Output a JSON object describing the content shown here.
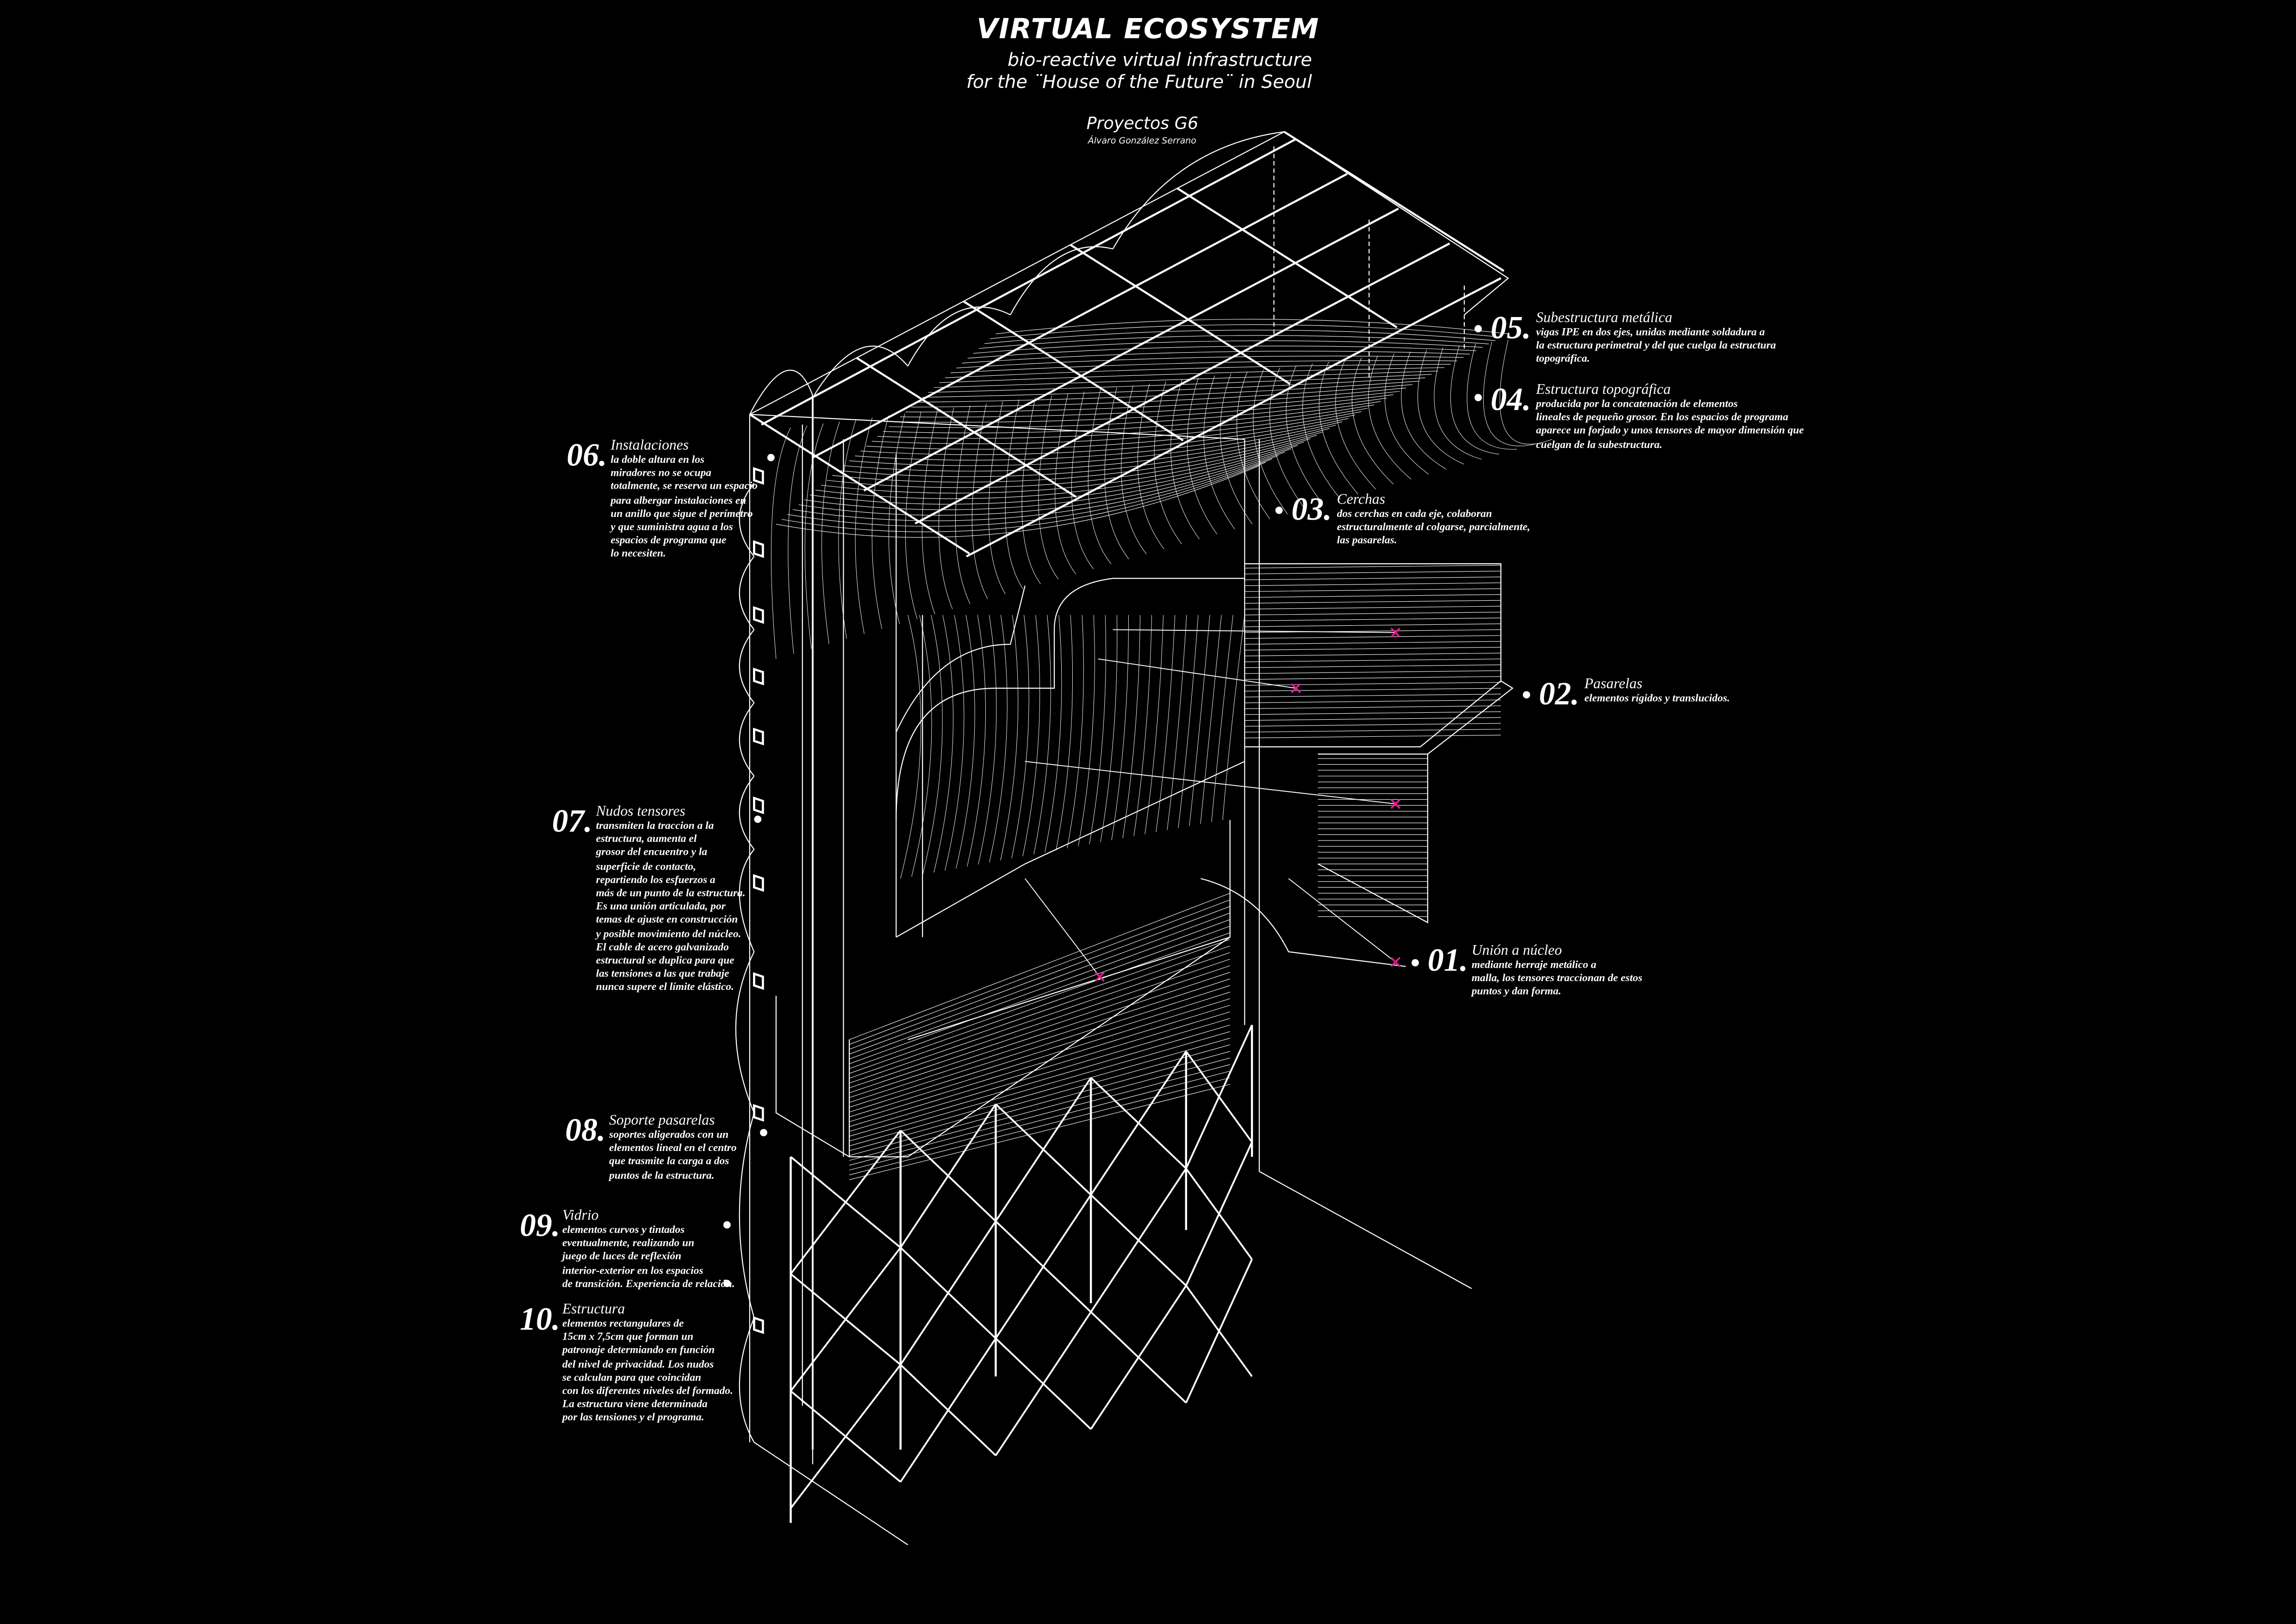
{
  "header": {
    "title": "VIRTUAL ECOSYSTEM",
    "subtitle_line1": "bio-reactive virtual infrastructure",
    "subtitle_line2": "for the ¨House of the Future¨ in Seoul",
    "project": "Proyectos G6",
    "author": "Álvaro González Serrano"
  },
  "colors": {
    "background": "#000000",
    "lines": "#ffffff",
    "anchor_marks": "#e0208f"
  },
  "annotations": {
    "n01": {
      "number": "01.",
      "title": "Unión a núcleo",
      "lines": [
        "mediante herraje metálico a",
        "malla, los tensores traccionan de estos",
        "puntos y dan forma."
      ]
    },
    "n02": {
      "number": "02.",
      "title": "Pasarelas",
      "lines": [
        "elementos rígidos y translucidos."
      ]
    },
    "n03": {
      "number": "03.",
      "title": "Cerchas",
      "lines": [
        "dos cerchas en cada eje, colaboran",
        "estructuralmente al colgarse, parcialmente,",
        "las pasarelas."
      ]
    },
    "n04": {
      "number": "04.",
      "title": "Estructura topográfica",
      "lines": [
        "producida por la concatenación de elementos",
        "lineales de pequeño grosor. En los espacios de programa",
        "aparece un forjado y unos tensores de mayor dimensión que",
        "cuelgan de la subestructura."
      ]
    },
    "n05": {
      "number": "05.",
      "title": "Subestructura metálica",
      "lines": [
        "vigas IPE en dos ejes, unidas mediante soldadura a",
        "la estructura perimetral y del que cuelga la estructura",
        "topográfica."
      ]
    },
    "n06": {
      "number": "06.",
      "title": "Instalaciones",
      "lines": [
        "la doble altura en los",
        "miradores no se ocupa",
        "totalmente, se reserva un espacio",
        "para albergar instalaciones en",
        "un anillo que sigue el perímetro",
        "y que suministra agua a los",
        "espacios de programa que",
        "lo necesiten."
      ]
    },
    "n07": {
      "number": "07.",
      "title": "Nudos tensores",
      "lines": [
        "transmiten la traccion a la",
        "estructura, aumenta el",
        "grosor del encuentro y la",
        "superficie de contacto,",
        "repartiendo los esfuerzos a",
        "más de un punto de la estructura.",
        "Es una unión articulada, por",
        "temas de ajuste en construcción",
        "y posible movimiento del núcleo.",
        "El cable de acero galvanizado",
        "estructural se duplica para que",
        "las tensiones a las que trabaje",
        "nunca supere el límite elástico."
      ]
    },
    "n08": {
      "number": "08.",
      "title": "Soporte pasarelas",
      "lines": [
        "soportes aligerados con un",
        "elementos lineal en el centro",
        "que trasmite la carga a dos",
        "puntos de la estructura."
      ]
    },
    "n09": {
      "number": "09.",
      "title": "Vidrio",
      "lines": [
        "elementos curvos y tintados",
        "eventualmente, realizando un",
        "juego de luces de reflexión",
        "interior-exterior en los espacios",
        "de transición. Experiencia de relación."
      ]
    },
    "n10": {
      "number": "10.",
      "title": "Estructura",
      "lines": [
        "elementos rectangulares de",
        "15cm x 7,5cm que forman un",
        "patronaje determiando en función",
        "del nivel de privacidad. Los nudos",
        "se calculan para que coincidan",
        "con los diferentes niveles del formado.",
        "La estructura viene determinada",
        "por las tensiones y el programa."
      ]
    }
  }
}
